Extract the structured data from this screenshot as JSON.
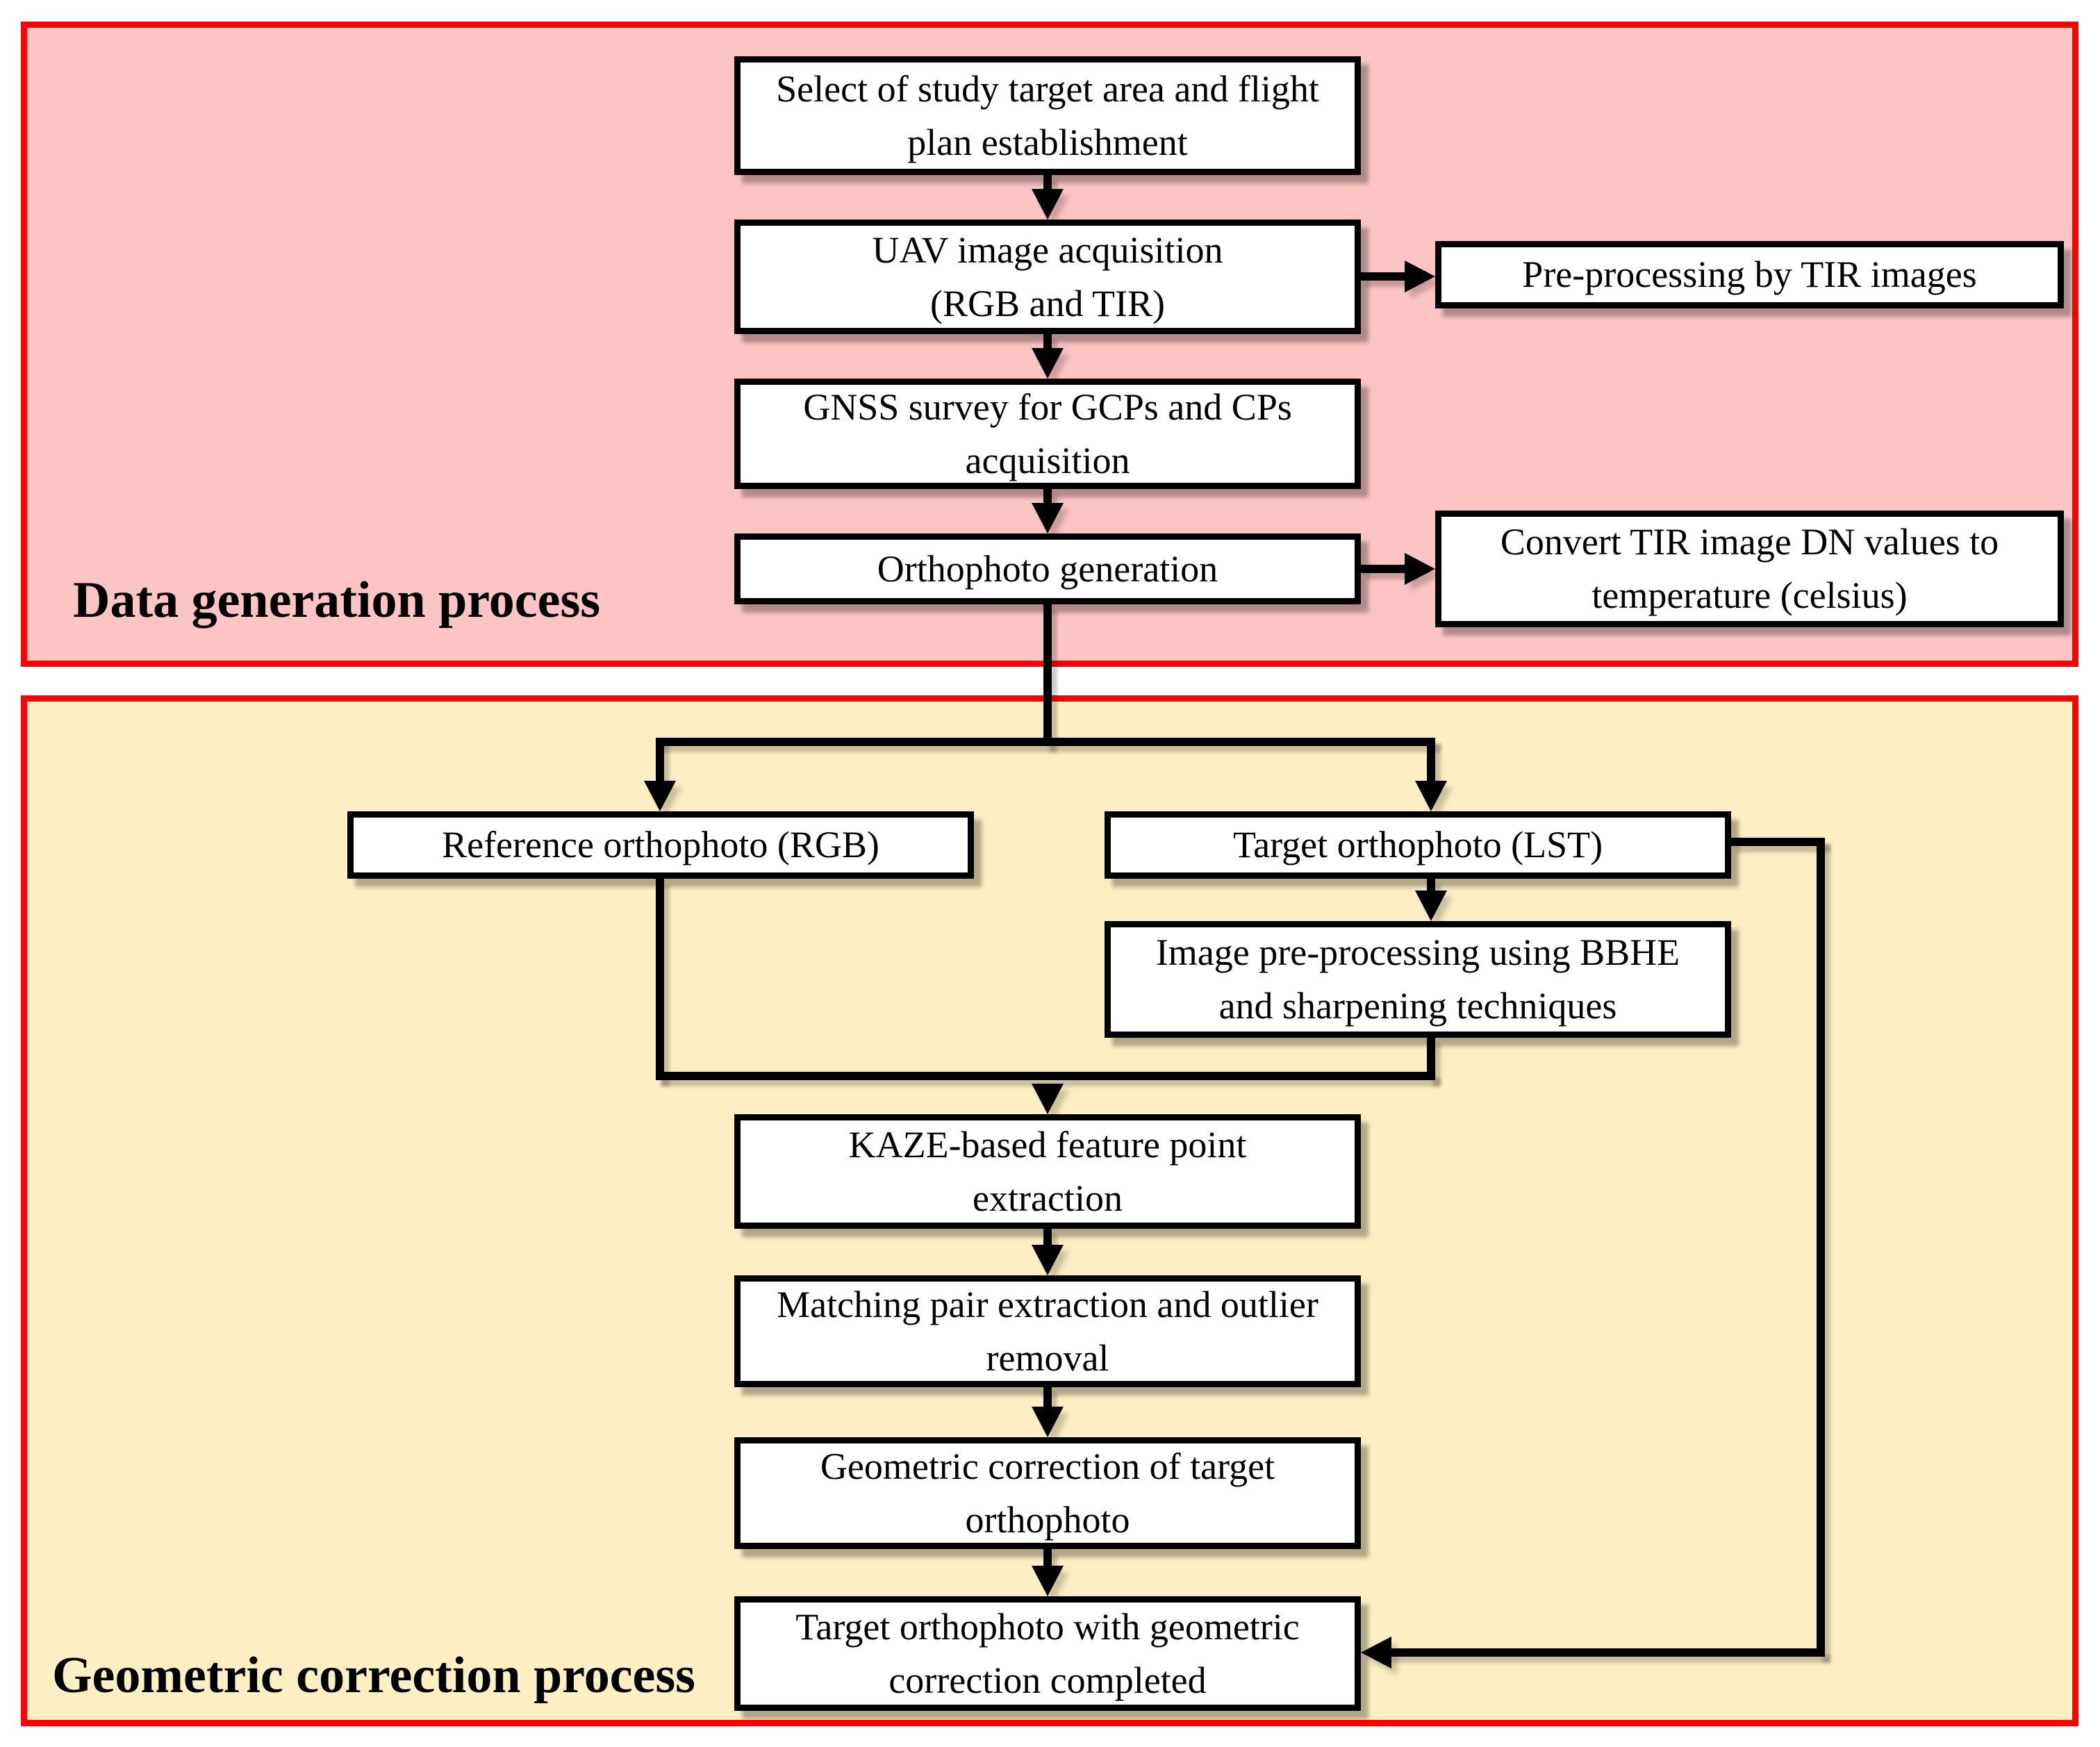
{
  "sections": [
    {
      "id": "data-generation",
      "label": "Data generation process"
    },
    {
      "id": "geometric-correction",
      "label": "Geometric correction process"
    }
  ],
  "nodes": {
    "select": {
      "label": "Select of study target area and flight\nplan establishment"
    },
    "uav": {
      "label": "UAV image acquisition\n(RGB and TIR)"
    },
    "tir_preprocessing": {
      "label": "Pre-processing by TIR images"
    },
    "gnss": {
      "label": "GNSS survey for GCPs and CPs\nacquisition"
    },
    "orthophoto": {
      "label": "Orthophoto generation"
    },
    "convert_dn": {
      "label": "Convert TIR image DN values to\ntemperature (celsius)"
    },
    "reference_ortho": {
      "label": "Reference orthophoto (RGB)"
    },
    "target_ortho": {
      "label": "Target orthophoto (LST)"
    },
    "bbhe": {
      "label": "Image pre-processing using BBHE\nand sharpening techniques"
    },
    "kaze": {
      "label": "KAZE-based feature point\nextraction"
    },
    "matching": {
      "label": "Matching pair extraction and outlier\nremoval"
    },
    "geo_correction": {
      "label": "Geometric correction of target\northophoto"
    },
    "final": {
      "label": "Target orthophoto with geometric\ncorrection completed"
    }
  },
  "colors": {
    "section1_fill": "#fcc5c3",
    "section2_fill": "#fcefc3",
    "section_border": "#ff0000",
    "node_fill": "#ffffff",
    "node_border": "#000000",
    "connector": "#000000"
  }
}
